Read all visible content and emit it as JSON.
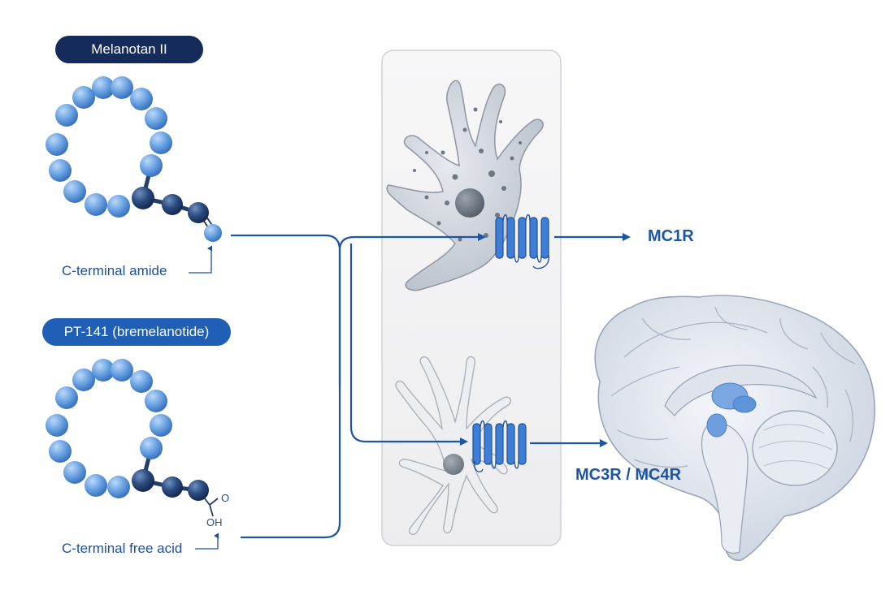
{
  "peptides": [
    {
      "name": "Melanotan II",
      "terminus_note": "C-terminal amide"
    },
    {
      "name": "PT-141 (bremelanotide)",
      "terminus_note": "C-terminal free acid"
    }
  ],
  "acid_group": {
    "oxygen": "O",
    "hydroxyl": "OH"
  },
  "receptors": [
    {
      "label": "MC1R"
    },
    {
      "label": "MC3R / MC4R"
    }
  ],
  "colors": {
    "bead": "#5f98dc",
    "bead_dark": "#233f6c",
    "arrow": "#1d55a6",
    "pill_dark": "#152c5b",
    "pill_bright": "#1f5fb5",
    "receptor": "#3f7ed6",
    "highlight": "#7aa6e2"
  },
  "icons": [
    "melanocyte-icon",
    "neuron-icon",
    "brain-icon",
    "receptor-icon"
  ]
}
